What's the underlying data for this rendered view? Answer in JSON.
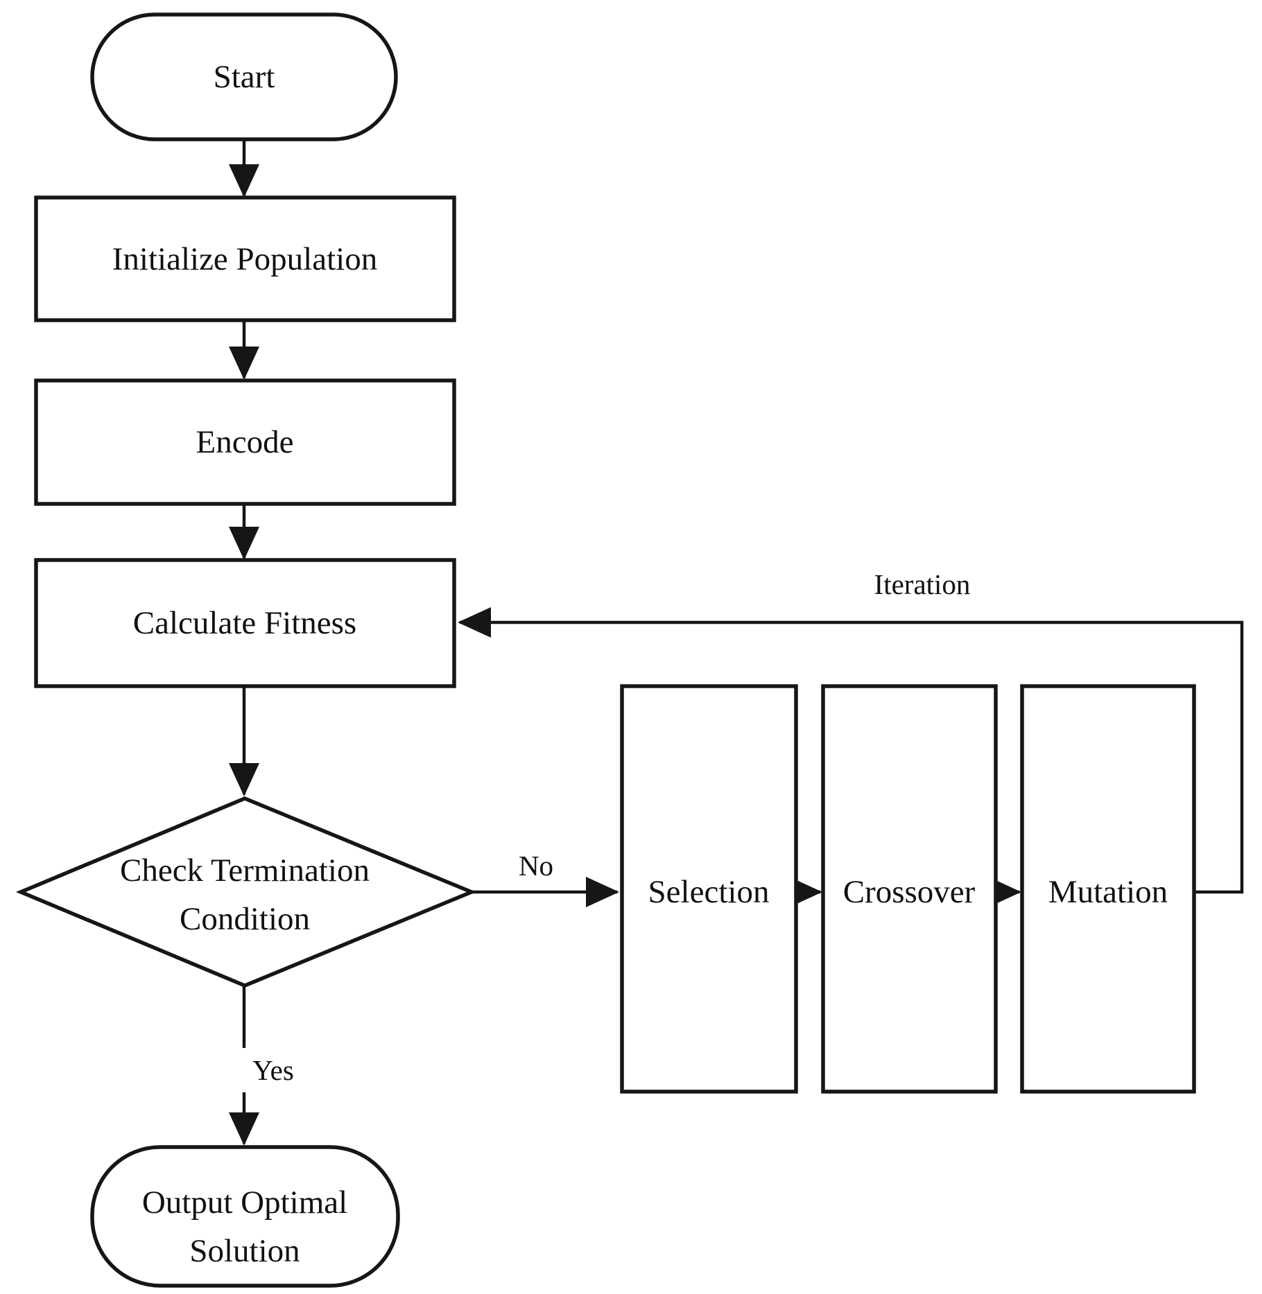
{
  "diagram": {
    "type": "flowchart",
    "colors": {
      "stroke": "#161616",
      "text": "#111111",
      "background": "#ffffff"
    },
    "nodes": {
      "start": {
        "type": "terminator",
        "label": "Start"
      },
      "initialize_population": {
        "type": "process",
        "label": "Initialize Population"
      },
      "encode": {
        "type": "process",
        "label": "Encode"
      },
      "calculate_fitness": {
        "type": "process",
        "label": "Calculate Fitness"
      },
      "check_termination": {
        "type": "decision",
        "line1": "Check Termination",
        "line2": "Condition"
      },
      "selection": {
        "type": "process",
        "label": "Selection"
      },
      "crossover": {
        "type": "process",
        "label": "Crossover"
      },
      "mutation": {
        "type": "process",
        "label": "Mutation"
      },
      "output_optimal_solution": {
        "type": "terminator",
        "line1": "Output Optimal",
        "line2": "Solution"
      }
    },
    "edge_labels": {
      "no": "No",
      "yes": "Yes",
      "iteration": "Iteration"
    }
  }
}
